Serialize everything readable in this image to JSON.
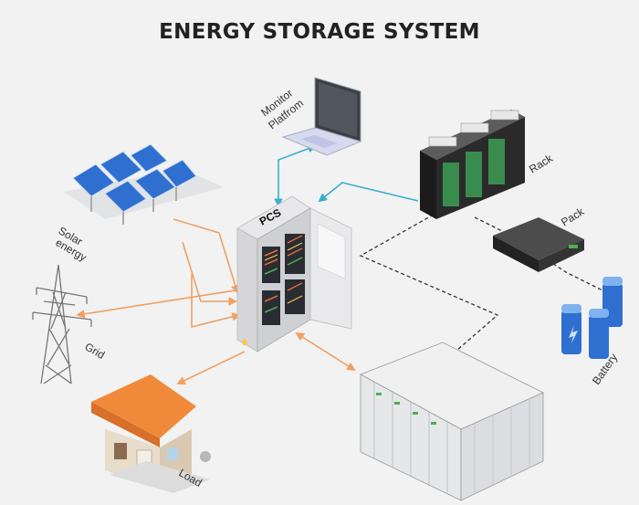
{
  "title": "ENERGY STORAGE SYSTEM",
  "labels": {
    "monitor_line1": "Monitor",
    "monitor_line2": "Platfrom",
    "rack": "Rack",
    "pack": "Pack",
    "pcs": "PCS",
    "solar_line1": "Solar",
    "solar_line2": "energy",
    "grid": "Grid",
    "load": "Load",
    "battery": "Battery"
  },
  "colors": {
    "background": "#f2f2f3",
    "orange_arrow": "#f0a060",
    "blue_arrow": "#3aaecc",
    "dashed_line": "#333333",
    "house_roof": "#f08a3a",
    "battery_blue": "#2f6fd0"
  }
}
